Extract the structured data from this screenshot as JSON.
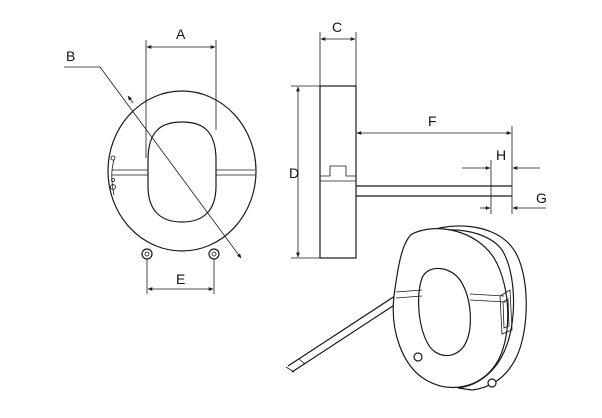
{
  "labels": {
    "A": "A",
    "B": "B",
    "C": "C",
    "D": "D",
    "E": "E",
    "F": "F",
    "G": "G",
    "H": "H"
  },
  "colors": {
    "line": "#1a1a1a",
    "background": "#ffffff"
  }
}
